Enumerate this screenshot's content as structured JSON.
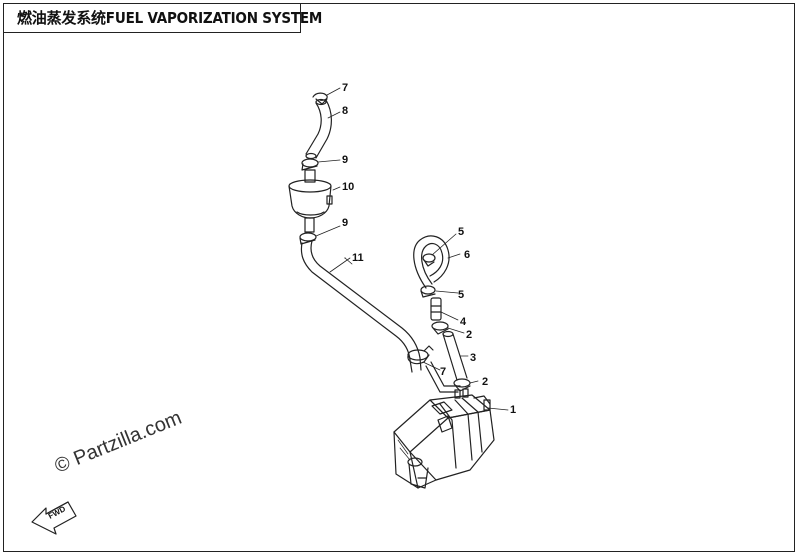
{
  "title": "燃油蒸发系统FUEL VAPORIZATION SYSTEM",
  "watermark": "© Partzilla.com",
  "fwd_label": "FWD",
  "callouts": {
    "c7a": "7",
    "c8": "8",
    "c9a": "9",
    "c10": "10",
    "c9b": "9",
    "c11": "11",
    "c5a": "5",
    "c6": "6",
    "c5b": "5",
    "c4": "4",
    "c2a": "2",
    "c3": "3",
    "c7b": "7",
    "c2b": "2",
    "c1": "1"
  }
}
